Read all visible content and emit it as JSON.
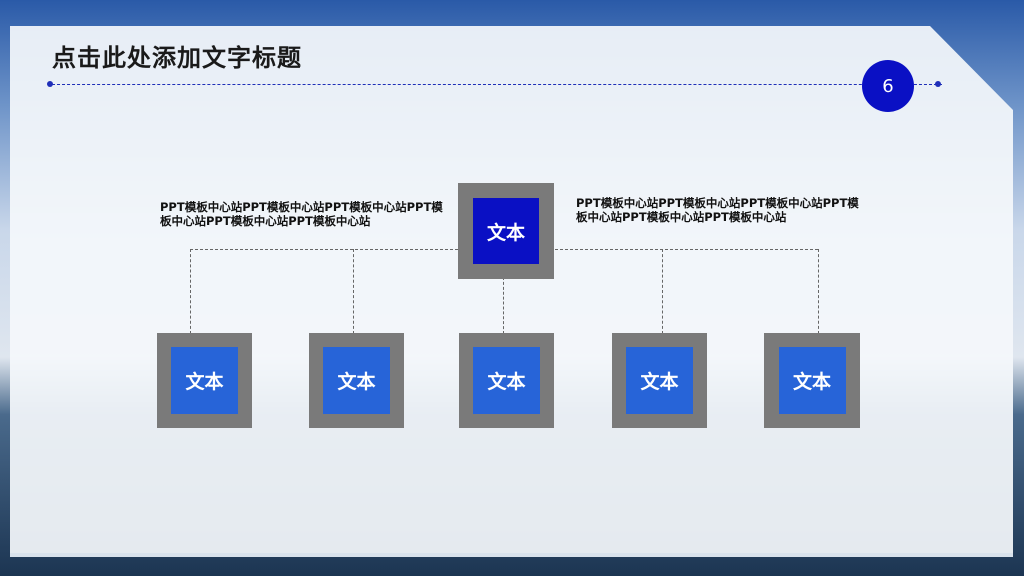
{
  "slide": {
    "title": "点击此处添加文字标题",
    "page_number": "6"
  },
  "notes": {
    "left": "PPT模板中心站PPT模板中心站PPT模板中心站PPT模板中心站PPT模板中心站PPT模板中心站",
    "right": "PPT模板中心站PPT模板中心站PPT模板中心站PPT模板中心站PPT模板中心站PPT模板中心站"
  },
  "org_chart": {
    "root": {
      "label": "文本"
    },
    "children": [
      {
        "label": "文本"
      },
      {
        "label": "文本"
      },
      {
        "label": "文本"
      },
      {
        "label": "文本"
      },
      {
        "label": "文本"
      }
    ]
  },
  "colors": {
    "accent": "#0a10c4",
    "child_box": "#2764d8",
    "frame": "#7a7a7a"
  }
}
